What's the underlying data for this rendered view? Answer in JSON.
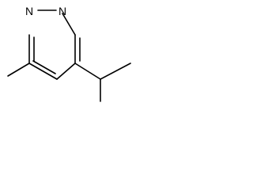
{
  "structure": {
    "atoms": [
      {
        "id": "n1",
        "symbol": "N"
      },
      {
        "id": "n2",
        "symbol": "N"
      }
    ]
  },
  "colors": {
    "background": "#ffffff",
    "bonds": "#000000",
    "labels": "#000000"
  }
}
